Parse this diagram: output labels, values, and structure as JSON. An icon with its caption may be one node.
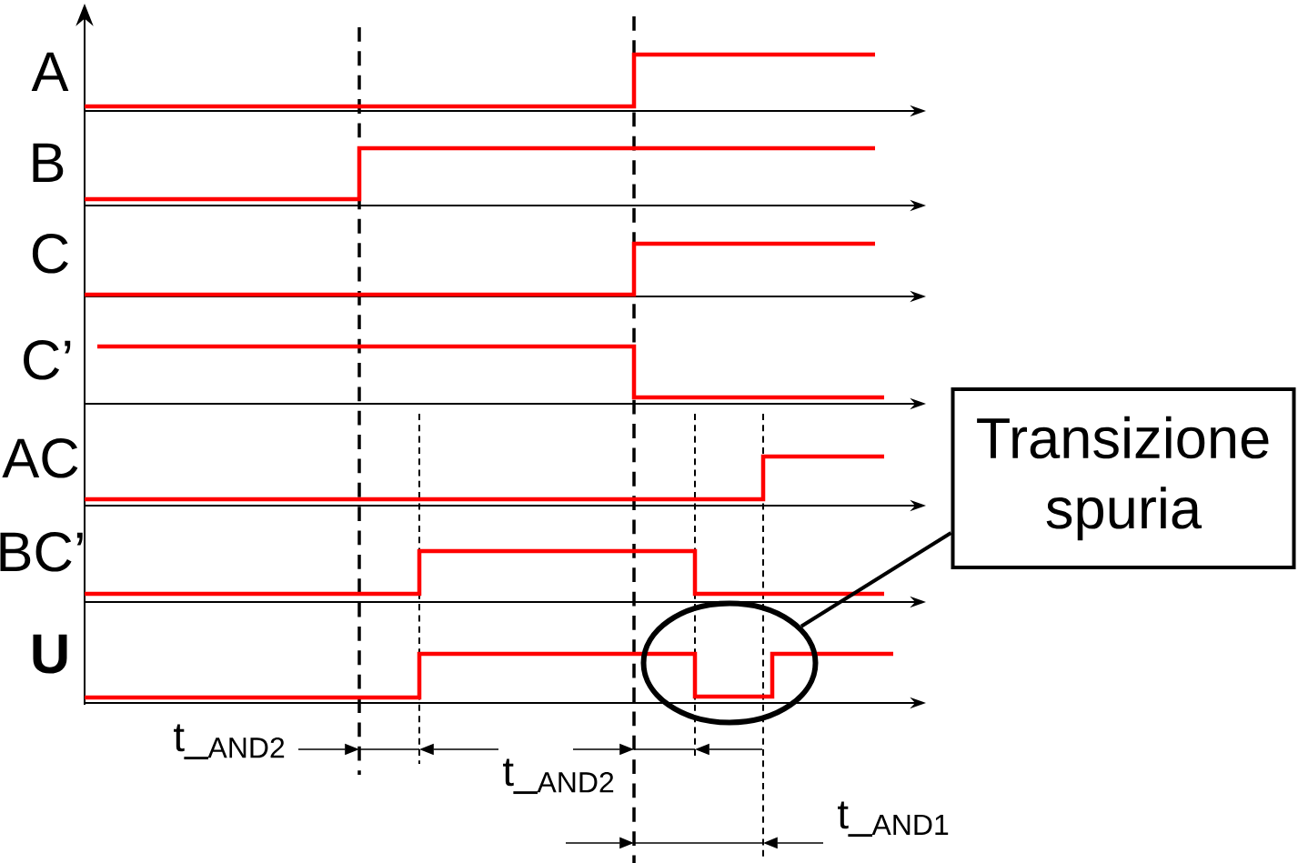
{
  "diagram": {
    "nodes": [
      {
        "text": [
          "Transizione spuria"
        ]
      },
      {
        "text": [],
        "shape": "ellipse"
      }
    ],
    "edges": [
      {
        "from": 0,
        "to": 1,
        "arrow": "none"
      }
    ],
    "labels": [
      "A",
      "B",
      "C",
      "C’",
      "AC",
      "BC’",
      "U",
      "t_$_{AND2}$",
      "t_$_{AND2}$",
      "t_$_{AND1}$"
    ]
  }
}
